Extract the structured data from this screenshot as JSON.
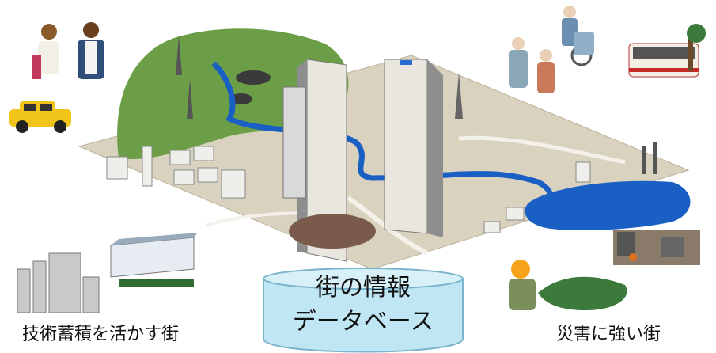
{
  "captions": {
    "left": "技術蓄積を活かす街",
    "right": "災害に強い街"
  },
  "database": {
    "line1": "街の情報",
    "line2": "データベース"
  },
  "colors": {
    "ground": "#d9d2bf",
    "hill": "#6b9e46",
    "river": "#1a5fc4",
    "tower": "#e8e6df",
    "database_fill": "#bfe6f2"
  },
  "icons": [
    "people-icon",
    "car-icon",
    "elderly-icon",
    "bus-icon",
    "factory-icon",
    "school-icon",
    "construction-worker-icon",
    "disaster-site-icon"
  ]
}
